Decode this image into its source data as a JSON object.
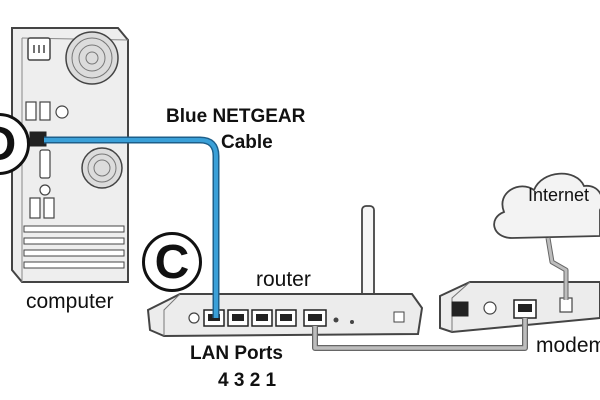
{
  "labels": {
    "cable_line1": "Blue NETGEAR",
    "cable_line2": "Cable",
    "router": "router",
    "computer": "computer",
    "internet": "Internet",
    "modem": "modem",
    "lan_ports": "LAN Ports",
    "port_numbers": "4 3 2 1"
  },
  "callouts": {
    "c": "C",
    "d": "D"
  },
  "colors": {
    "blue_cable": "#3aa0d8",
    "gray_cable": "#bdbdbd",
    "device_fill": "#ececec",
    "outline": "#444444"
  }
}
